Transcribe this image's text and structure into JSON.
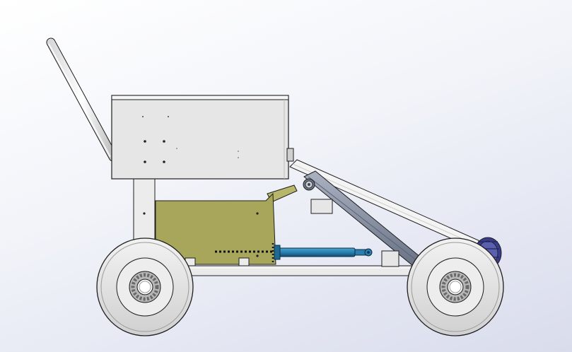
{
  "scene": {
    "background_top": "#ffffff",
    "background_bottom": "#d9dcec"
  },
  "colors": {
    "body_fill": "#e6e6e6",
    "frame_fill": "#e9e9e9",
    "outline": "#1e1e1e",
    "hopper_fill": "#a7a65a",
    "actuator_fill": "#2a7fb0",
    "actuator_dark": "#125a80",
    "link_fill": "#7f8aa0",
    "tire_fill": "#e4e4e4",
    "bearing_fill": "#b8b8b8",
    "roller_fill": "#3a3d8c"
  },
  "icons": [
    "push-handle",
    "storage-box",
    "hopper",
    "hydraulic-cylinder",
    "rear-wheel",
    "front-wheel",
    "front-roller",
    "inclined-link",
    "drive-sprocket"
  ]
}
